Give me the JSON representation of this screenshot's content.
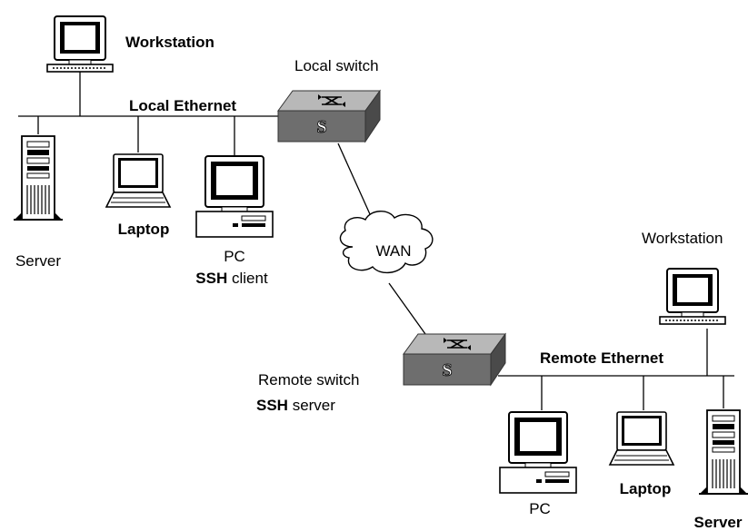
{
  "local_network": {
    "workstation_label": "Workstation",
    "switch_label": "Local switch",
    "ethernet_label": "Local Ethernet",
    "server_label": "Server",
    "laptop_label": "Laptop",
    "pc_label": "PC",
    "ssh_client_label_bold": "SSH",
    "ssh_client_label_rest": " client"
  },
  "wan_label": "WAN",
  "remote_network": {
    "switch_label": "Remote switch",
    "ssh_server_label_bold": "SSH",
    "ssh_server_label_rest": " server",
    "ethernet_label": "Remote Ethernet",
    "workstation_label": "Workstation",
    "pc_label": "PC",
    "laptop_label": "Laptop",
    "server_label": "Server"
  },
  "switch_glyph": "S",
  "colors": {
    "switch_top": "#b8b8b8",
    "switch_front": "#6e6e6e",
    "switch_side": "#4a4a4a",
    "screen": "#000000",
    "device_body": "#ffffff"
  },
  "icons": [
    "workstation-icon",
    "switch-icon",
    "server-icon",
    "laptop-icon",
    "pc-icon",
    "cloud-icon"
  ]
}
